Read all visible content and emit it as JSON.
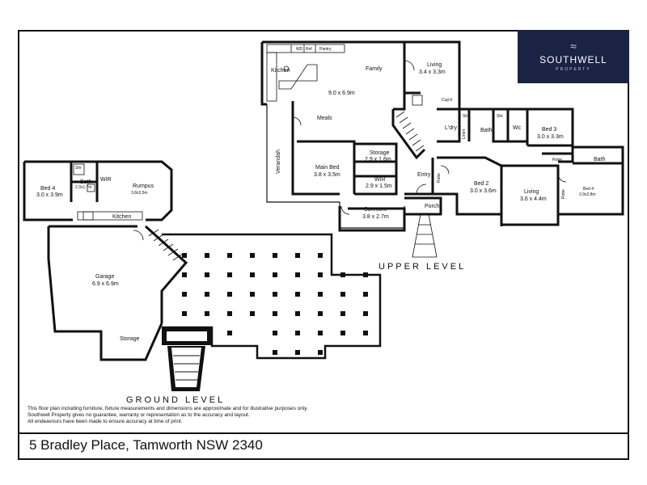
{
  "brand": {
    "name": "SOUTHWELL",
    "subtitle": "PROPERTY",
    "bg_color": "#1b2345"
  },
  "levels": {
    "upper": "UPPER LEVEL",
    "ground": "GROUND LEVEL"
  },
  "rooms_upper": {
    "wd": "WD",
    "ref": "Ref",
    "pantry": "Pantry",
    "kitchen": "Kitchen",
    "family": "Family",
    "living_top": {
      "name": "Living",
      "size": "3.4 x 3.3m"
    },
    "cupd": "Cup'd",
    "dims_main": "9.0 x 6.9m",
    "meals": "Meals",
    "verandah": "Verandah",
    "ldry": "L'dry",
    "linen": "Linen",
    "shr1": "Shr",
    "bath1": "Bath",
    "shr2": "Shr",
    "wc": "Wc",
    "bed3": {
      "name": "Bed 3",
      "size": "3.0 x 3.3m"
    },
    "storage": {
      "name": "Storage",
      "size": "2.9 x 1.6m"
    },
    "main_bed": {
      "name": "Main Bed",
      "size": "3.8 x 3.5m"
    },
    "wir": {
      "name": "WIR",
      "size": "2.9 x 1.5m"
    },
    "entry": "Entry",
    "robe1": "Robe",
    "bed2": {
      "name": "Bed 2",
      "size": "3.0 x 3.6m"
    },
    "living_mid": {
      "name": "Living",
      "size": "3.6 x 4.4m"
    },
    "robe2": "Robe",
    "robe3": "Robe",
    "bath2": "Bath",
    "bed4": {
      "name": "Bed 4",
      "size": "3.9x2.8m"
    },
    "sunroom": {
      "name": "Sunroom",
      "size": "3.8 x 2.7m"
    },
    "porch": "Porch"
  },
  "rooms_ground": {
    "bed4": {
      "name": "Bed 4",
      "size": "3.0 x 3.9m"
    },
    "shr": "Shr",
    "bath": {
      "name": "Bath",
      "size": "2.3x1.7m"
    },
    "wir": "WIR",
    "rumpus": {
      "name": "Rumpus",
      "size": "3.8x3.5m"
    },
    "kitchen": "Kitchen",
    "garage": {
      "name": "Garage",
      "size": "6.9 x 6.9m"
    },
    "storage": "Storage"
  },
  "disclaimer": [
    "This floor plan including furniture, fixture measurements and dimensions are approximate and for illustrative purposes only.",
    "Southwell Property gives no guarantee, warranty or representation as to the accuracy and layout.",
    "All endeavours have been made to ensure accuracy at time of print."
  ],
  "address": "5 Bradley Place, Tamworth NSW 2340"
}
